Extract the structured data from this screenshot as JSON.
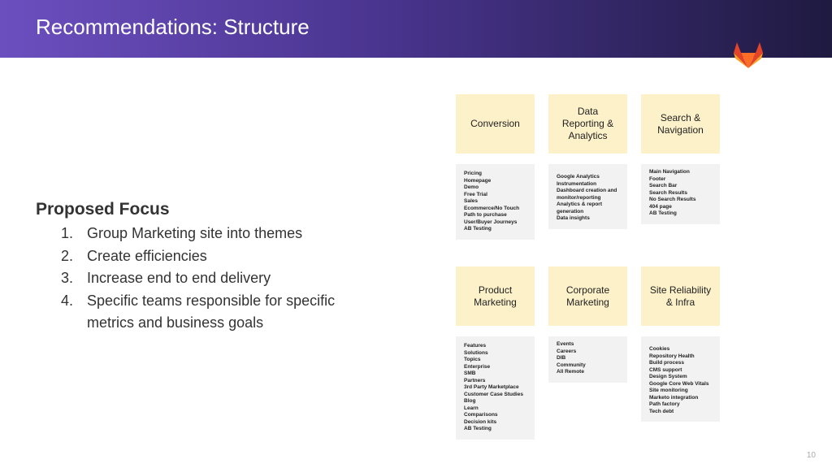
{
  "title": "Recommendations: Structure",
  "focus": {
    "heading": "Proposed Focus",
    "items": [
      "Group Marketing site into themes",
      "Create efficiencies",
      "Increase end to end delivery",
      "Specific teams responsible for specific metrics and business goals"
    ]
  },
  "themes": [
    {
      "name": "Conversion",
      "items": [
        "Pricing",
        "Homepage",
        "Demo",
        "Free Trial",
        "Sales",
        "Ecommerce/No Touch",
        "Path to purchase",
        "User/Buyer Journeys",
        "AB Testing"
      ]
    },
    {
      "name": "Data Reporting & Analytics",
      "items": [
        "Google Analytics",
        "Instrumentation",
        "Dashboard creation and monitor/reporting",
        "Analytics & report generation",
        "Data insights"
      ]
    },
    {
      "name": "Search & Navigation",
      "items": [
        "Main Navigation",
        "Footer",
        "Search Bar",
        "Search Results",
        "No Search Results",
        "404 page",
        "AB Testing"
      ]
    },
    {
      "name": "Product Marketing",
      "items": [
        "Features",
        "Solutions",
        "Topics",
        "Enterprise",
        "SMB",
        "Partners",
        "3rd Party Marketplace",
        "Customer Case Studies",
        "Blog",
        "Learn",
        "Comparisons",
        "Decision kits",
        "AB Testing"
      ]
    },
    {
      "name": "Corporate Marketing",
      "items": [
        "Events",
        "Careers",
        "DIB",
        "Community",
        "All Remote"
      ]
    },
    {
      "name": "Site Reliability & Infra",
      "items": [
        "Cookies",
        "Repository Health",
        "Build process",
        "CMS support",
        "Design System",
        "Google Core Web Vitals",
        "Site monitoring",
        "Marketo integration",
        "Path factory",
        "Tech debt"
      ]
    }
  ],
  "page_number": "10"
}
